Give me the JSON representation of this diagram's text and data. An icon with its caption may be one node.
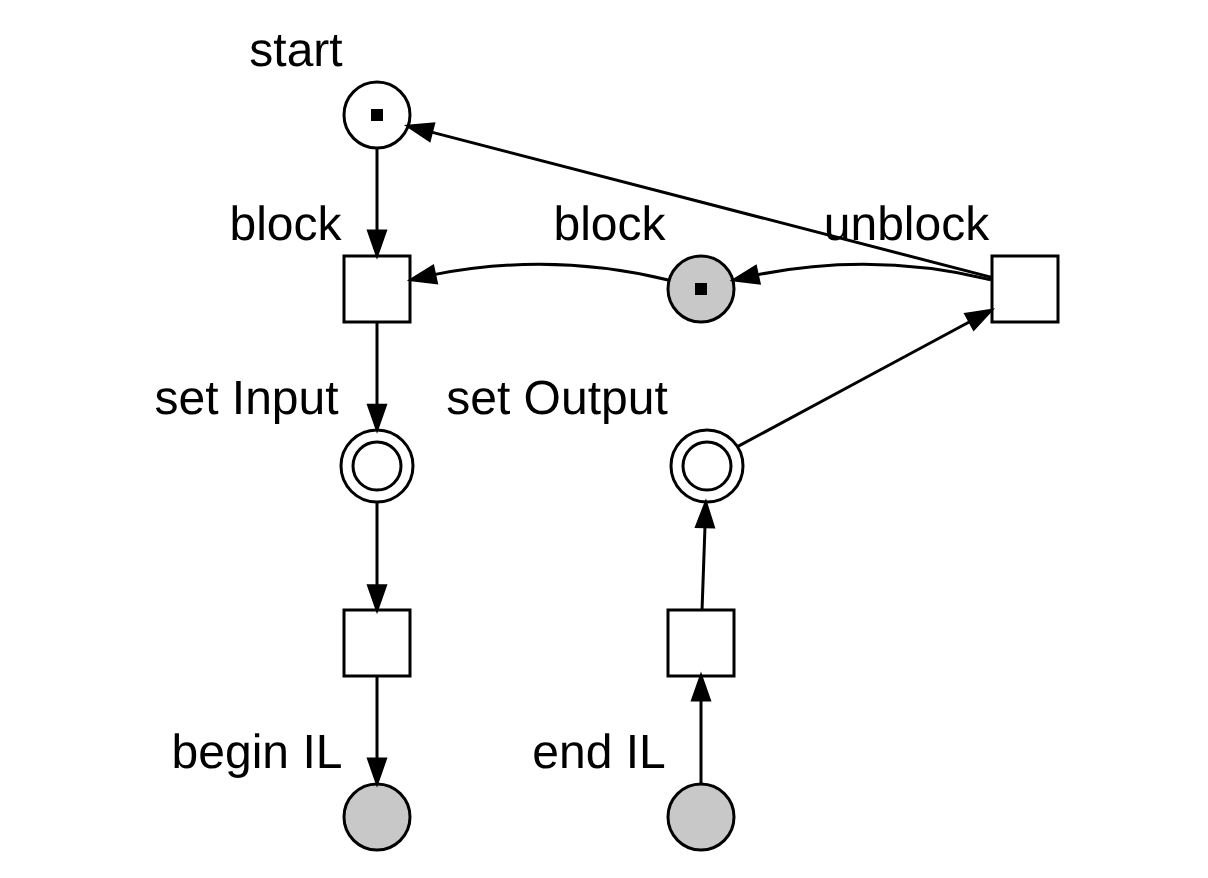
{
  "diagram": {
    "nodes": [
      {
        "text": [],
        "shape": "circle",
        "beside": [
          "start"
        ]
      },
      {
        "text": [],
        "shape": "square",
        "beside": [
          "block"
        ]
      },
      {
        "text": [],
        "shape": "circle",
        "beside": [
          "block"
        ]
      },
      {
        "text": [],
        "shape": "square",
        "beside": [
          "unblock"
        ]
      },
      {
        "text": [],
        "shape": "doublecircle",
        "beside": [
          "set Input"
        ]
      },
      {
        "text": [],
        "shape": "doublecircle",
        "beside": [
          "set Output"
        ]
      },
      {
        "text": [],
        "shape": "square"
      },
      {
        "text": [],
        "shape": "square"
      },
      {
        "text": [],
        "shape": "circle",
        "beside": [
          "begin IL"
        ]
      },
      {
        "text": [],
        "shape": "circle",
        "beside": [
          "end IL"
        ]
      }
    ],
    "edges": [
      {
        "from": 3,
        "to": 0,
        "arrow": "to"
      },
      {
        "from": 0,
        "to": 1,
        "arrow": "to"
      },
      {
        "from": 3,
        "to": 2,
        "arrow": "to"
      },
      {
        "from": 2,
        "to": 1,
        "arrow": "to"
      },
      {
        "from": 1,
        "to": 4,
        "arrow": "to"
      },
      {
        "from": 4,
        "to": 6,
        "arrow": "to"
      },
      {
        "from": 6,
        "to": 8,
        "arrow": "to"
      },
      {
        "from": 9,
        "to": 7,
        "arrow": "to"
      },
      {
        "from": 7,
        "to": 5,
        "arrow": "to"
      },
      {
        "from": 5,
        "to": 3,
        "arrow": "to"
      }
    ]
  }
}
